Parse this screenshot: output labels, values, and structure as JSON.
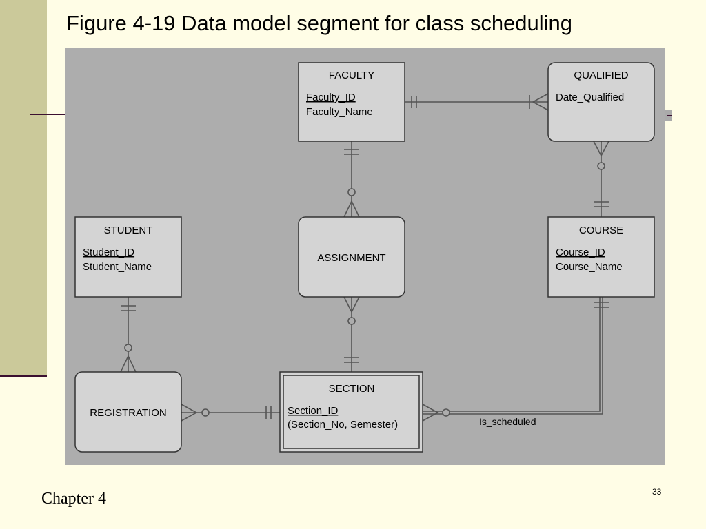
{
  "slide": {
    "title": "Figure 4-19 Data model segment for class scheduling",
    "footer": "Chapter 4",
    "page_number": "33"
  },
  "entities": {
    "faculty": {
      "name": "FACULTY",
      "pk": "Faculty_ID",
      "attr": "Faculty_Name"
    },
    "qualified": {
      "name": "QUALIFIED",
      "attr": "Date_Qualified"
    },
    "student": {
      "name": "STUDENT",
      "pk": "Student_ID",
      "attr": "Student_Name"
    },
    "assignment": {
      "name": "ASSIGNMENT"
    },
    "course": {
      "name": "COURSE",
      "pk": "Course_ID",
      "attr": "Course_Name"
    },
    "registration": {
      "name": "REGISTRATION"
    },
    "section": {
      "name": "SECTION",
      "pk": "Section_ID",
      "attr": "(Section_No, Semester)"
    }
  },
  "relationships": {
    "is_scheduled": "Is_scheduled"
  },
  "colors": {
    "background": "#fffde6",
    "diagram_bg": "#adadad",
    "entity_fill": "#d4d4d4",
    "line": "#555555",
    "accent_bar": "#cbc99a"
  }
}
